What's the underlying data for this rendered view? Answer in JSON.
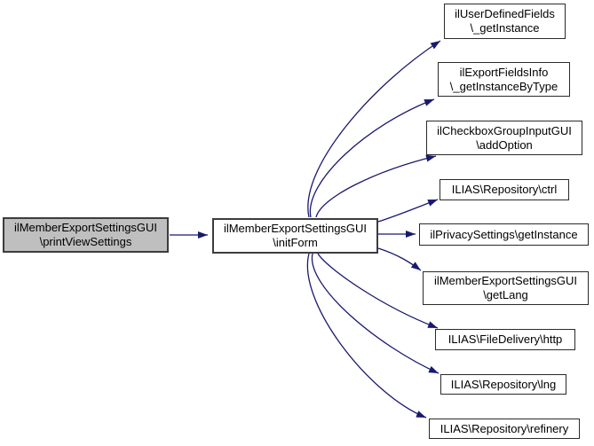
{
  "diagram": {
    "kind": "doxygen-call-graph",
    "background_color": "#ffffff",
    "arrow_color": "#191970",
    "node_fill": "#ffffff",
    "highlighted_node_fill": "#bfbfbf",
    "node_border_color": "#2a2a2a"
  },
  "nodes": {
    "caller": {
      "lines": [
        "ilMemberExportSettingsGUI",
        "\\printViewSettings"
      ]
    },
    "center": {
      "lines": [
        "ilMemberExportSettingsGUI",
        "\\initForm"
      ]
    },
    "callees": [
      {
        "lines": [
          "ilUserDefinedFields",
          "\\_getInstance"
        ]
      },
      {
        "lines": [
          "ilExportFieldsInfo",
          "\\_getInstanceByType"
        ]
      },
      {
        "lines": [
          "ilCheckboxGroupInputGUI",
          "\\addOption"
        ]
      },
      {
        "lines": [
          "ILIAS\\Repository\\ctrl"
        ]
      },
      {
        "lines": [
          "ilPrivacySettings\\getInstance"
        ]
      },
      {
        "lines": [
          "ilMemberExportSettingsGUI",
          "\\getLang"
        ]
      },
      {
        "lines": [
          "ILIAS\\FileDelivery\\http"
        ]
      },
      {
        "lines": [
          "ILIAS\\Repository\\lng"
        ]
      },
      {
        "lines": [
          "ILIAS\\Repository\\refinery"
        ]
      }
    ]
  },
  "edges": [
    {
      "from": "ilMemberExportSettingsGUI\\printViewSettings",
      "to": "ilMemberExportSettingsGUI\\initForm"
    },
    {
      "from": "ilMemberExportSettingsGUI\\initForm",
      "to": "ilUserDefinedFields\\_getInstance"
    },
    {
      "from": "ilMemberExportSettingsGUI\\initForm",
      "to": "ilExportFieldsInfo\\_getInstanceByType"
    },
    {
      "from": "ilMemberExportSettingsGUI\\initForm",
      "to": "ilCheckboxGroupInputGUI\\addOption"
    },
    {
      "from": "ilMemberExportSettingsGUI\\initForm",
      "to": "ILIAS\\Repository\\ctrl"
    },
    {
      "from": "ilMemberExportSettingsGUI\\initForm",
      "to": "ilPrivacySettings\\getInstance"
    },
    {
      "from": "ilMemberExportSettingsGUI\\initForm",
      "to": "ilMemberExportSettingsGUI\\getLang"
    },
    {
      "from": "ilMemberExportSettingsGUI\\initForm",
      "to": "ILIAS\\FileDelivery\\http"
    },
    {
      "from": "ilMemberExportSettingsGUI\\initForm",
      "to": "ILIAS\\Repository\\lng"
    },
    {
      "from": "ilMemberExportSettingsGUI\\initForm",
      "to": "ILIAS\\Repository\\refinery"
    }
  ]
}
